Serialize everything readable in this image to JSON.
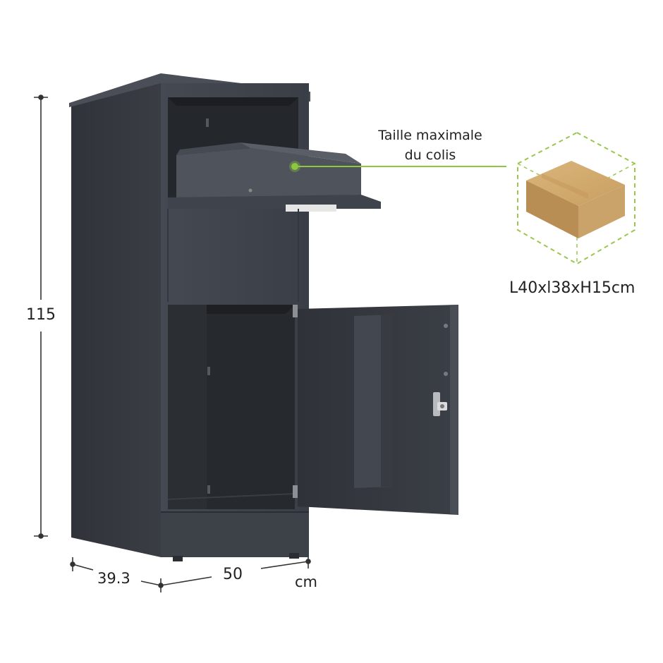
{
  "dimensions": {
    "height": "115",
    "depth": "39.3",
    "width": "50",
    "unit": "cm"
  },
  "parcel": {
    "title_line1": "Taille maximale",
    "title_line2": "du colis",
    "size": "L40xl38xH15cm"
  },
  "colors": {
    "cabinet": "#3e424a",
    "cabinet_dark": "#2c2f35",
    "interior": "#25282d",
    "accent_green": "#8dc63f",
    "cardboard": "#c9a46b"
  },
  "icons": {
    "hinge": "hinge-icon",
    "lock": "lock-icon",
    "parcel": "cardboard-box-icon"
  }
}
